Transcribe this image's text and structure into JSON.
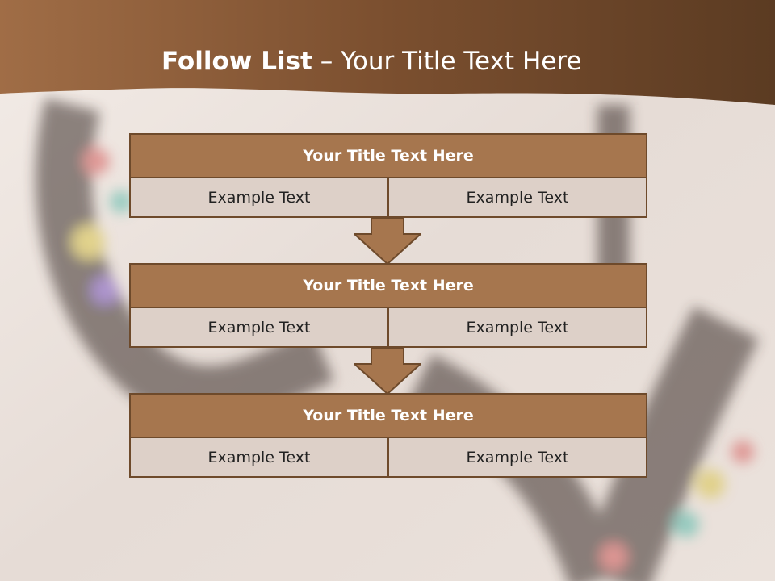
{
  "slide": {
    "title_bold": "Follow List",
    "title_rest": " – Your Title Text Here",
    "colors": {
      "header_band": "#8a5a35",
      "box_title_fill": "#a6764e",
      "box_border": "#6e4a2b",
      "cell_fill": "#ddd0c8"
    }
  },
  "blocks": [
    {
      "title": "Your Title Text Here",
      "left": "Example Text",
      "right": "Example Text"
    },
    {
      "title": "Your Title Text Here",
      "left": "Example Text",
      "right": "Example Text"
    },
    {
      "title": "Your Title Text Here",
      "left": "Example Text",
      "right": "Example Text"
    }
  ]
}
